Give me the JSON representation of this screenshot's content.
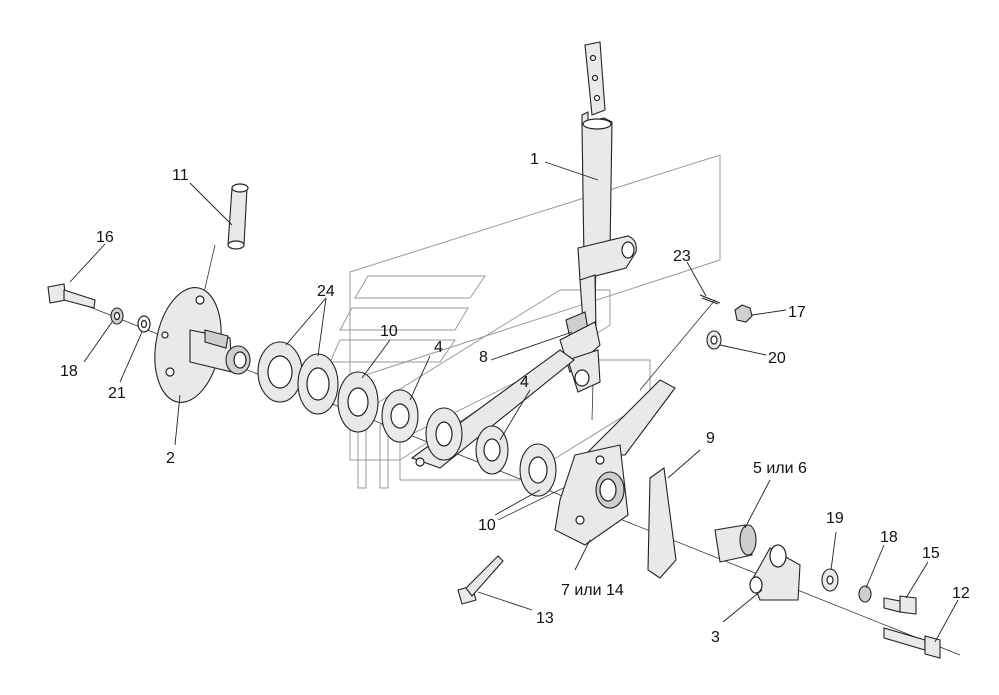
{
  "labels": {
    "p1": "1",
    "p2": "2",
    "p3": "3",
    "p4a": "4",
    "p4b": "4",
    "p5": "5 или 6",
    "p7": "7 или 14",
    "p8": "8",
    "p9": "9",
    "p10a": "10",
    "p10b": "10",
    "p11": "11",
    "p12": "12",
    "p13": "13",
    "p15": "15",
    "p16": "16",
    "p17": "17",
    "p18a": "18",
    "p18b": "18",
    "p19": "19",
    "p20": "20",
    "p21": "21",
    "p23": "23",
    "p24": "24"
  }
}
